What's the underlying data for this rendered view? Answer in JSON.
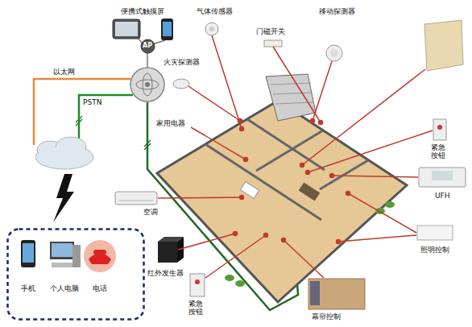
{
  "diagram": {
    "nodes": [
      {
        "text": [
          "AP"
        ]
      },
      {
        "text": [
          "手机",
          "个人电脑",
          "电话"
        ]
      }
    ],
    "labels": [
      "便携式触摸屏",
      "气体传感器",
      "门磁开关",
      "移动探测器",
      "火灾探测器",
      "以太网",
      "PSTN",
      "家用电器",
      "紧急 按钮",
      "UFH",
      "空调",
      "照明控制",
      "红外发生器",
      "紧急 按钮",
      "幕帘控制"
    ]
  }
}
